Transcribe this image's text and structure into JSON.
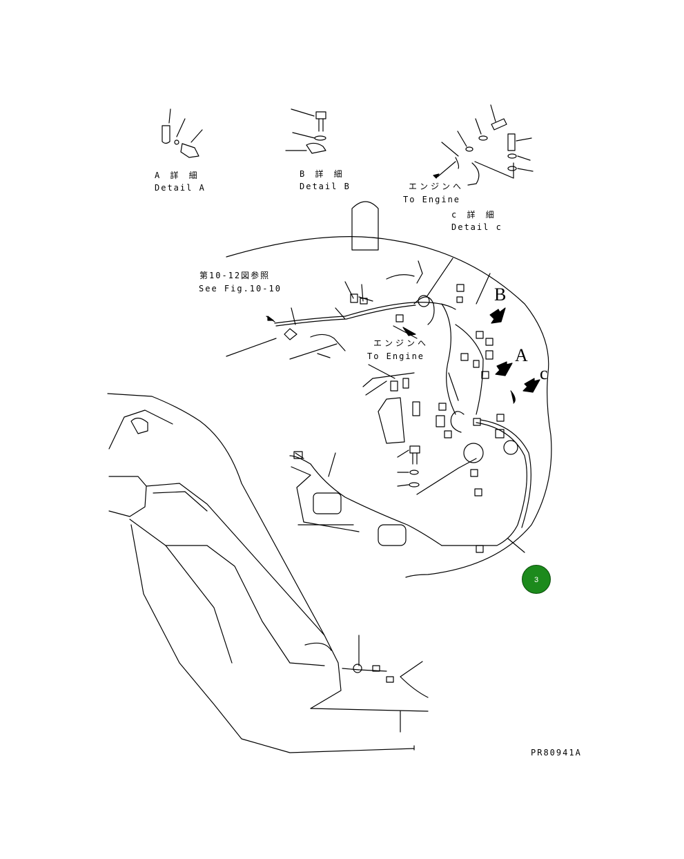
{
  "detail_a": {
    "jp": "A 詳 細",
    "en": "Detail A"
  },
  "detail_b": {
    "jp": "B 詳 細",
    "en": "Detail B"
  },
  "detail_c": {
    "jp": "c 詳 細",
    "en": "Detail c"
  },
  "to_engine_top": {
    "jp": "エンジンへ",
    "en": "To Engine"
  },
  "to_engine_mid": {
    "jp": "エンジンへ",
    "en": "To Engine"
  },
  "fig_ref": {
    "jp": "第10-12図参照",
    "en": "See Fig.10-10"
  },
  "arrow_labels": {
    "b": "B",
    "a": "A",
    "c": "c"
  },
  "callout": {
    "number": "3",
    "color": "#1c8a1c"
  },
  "drawing_code": "PR80941A"
}
